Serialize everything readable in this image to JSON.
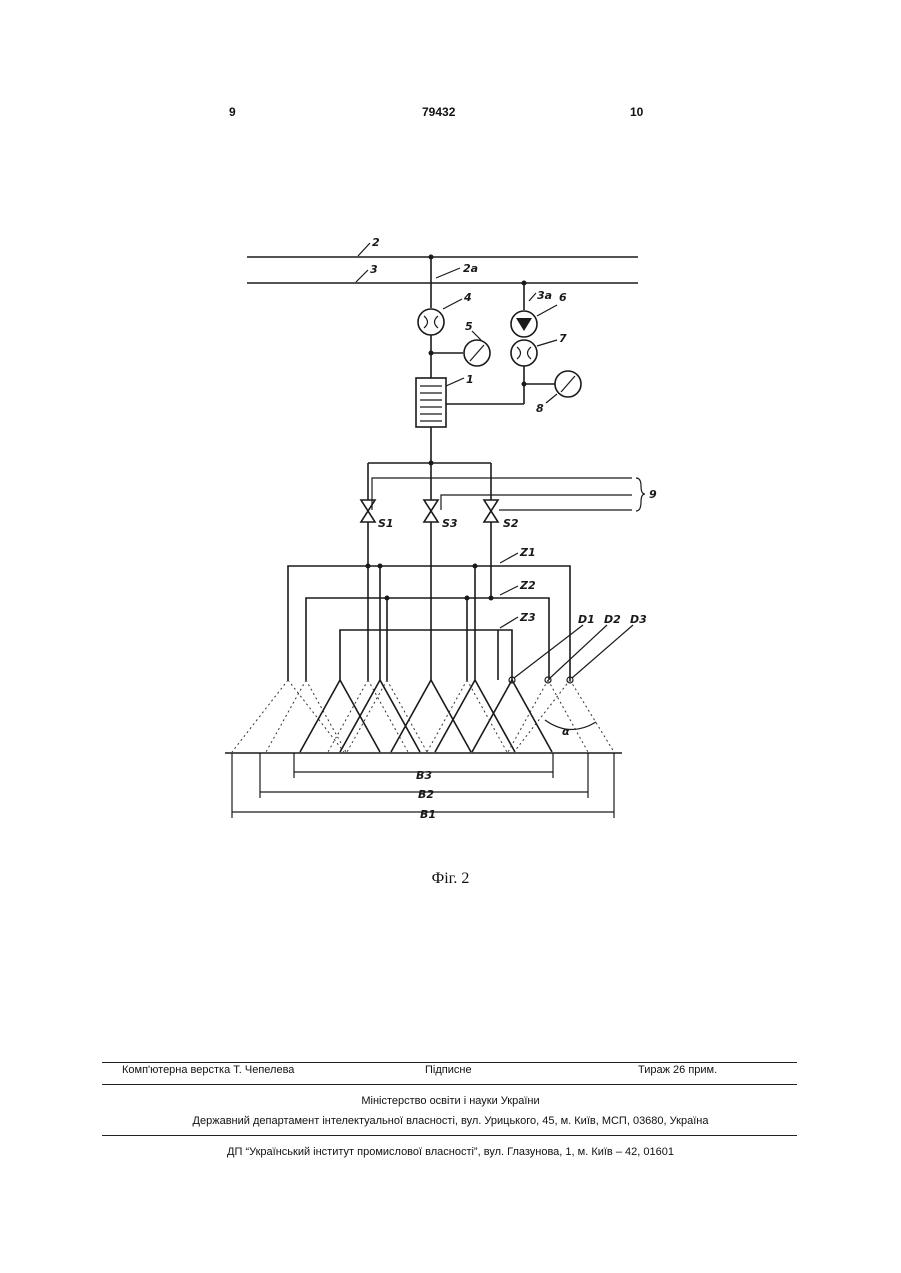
{
  "header": {
    "page_left": "9",
    "patent_number": "79432",
    "page_right": "10"
  },
  "figure": {
    "caption": "Фіг. 2",
    "labels": {
      "l2": "2",
      "l3": "3",
      "l2a": "2a",
      "l3a": "3a",
      "l4": "4",
      "l5": "5",
      "l6": "6",
      "l7": "7",
      "l1": "1",
      "l8": "8",
      "l9": "9",
      "s1": "S1",
      "s3": "S3",
      "s2": "S2",
      "z1": "Z1",
      "z2": "Z2",
      "z3": "Z3",
      "d1": "D1",
      "d2": "D2",
      "d3": "D3",
      "alpha": "α",
      "b3": "B3",
      "b2": "B2",
      "b1": "B1"
    }
  },
  "footer": {
    "typeset": "Комп'ютерна верстка Т. Чепелева",
    "signed": "Підписне",
    "print_run": "Тираж 26 прим.",
    "ministry": "Міністерство освіти і науки України",
    "department": "Державний департамент інтелектуальної власності, вул. Урицького, 45, м. Київ, МСП, 03680, Україна",
    "institute": "ДП “Український інститут промислової власності”, вул. Глазунова, 1, м. Київ – 42, 01601"
  }
}
